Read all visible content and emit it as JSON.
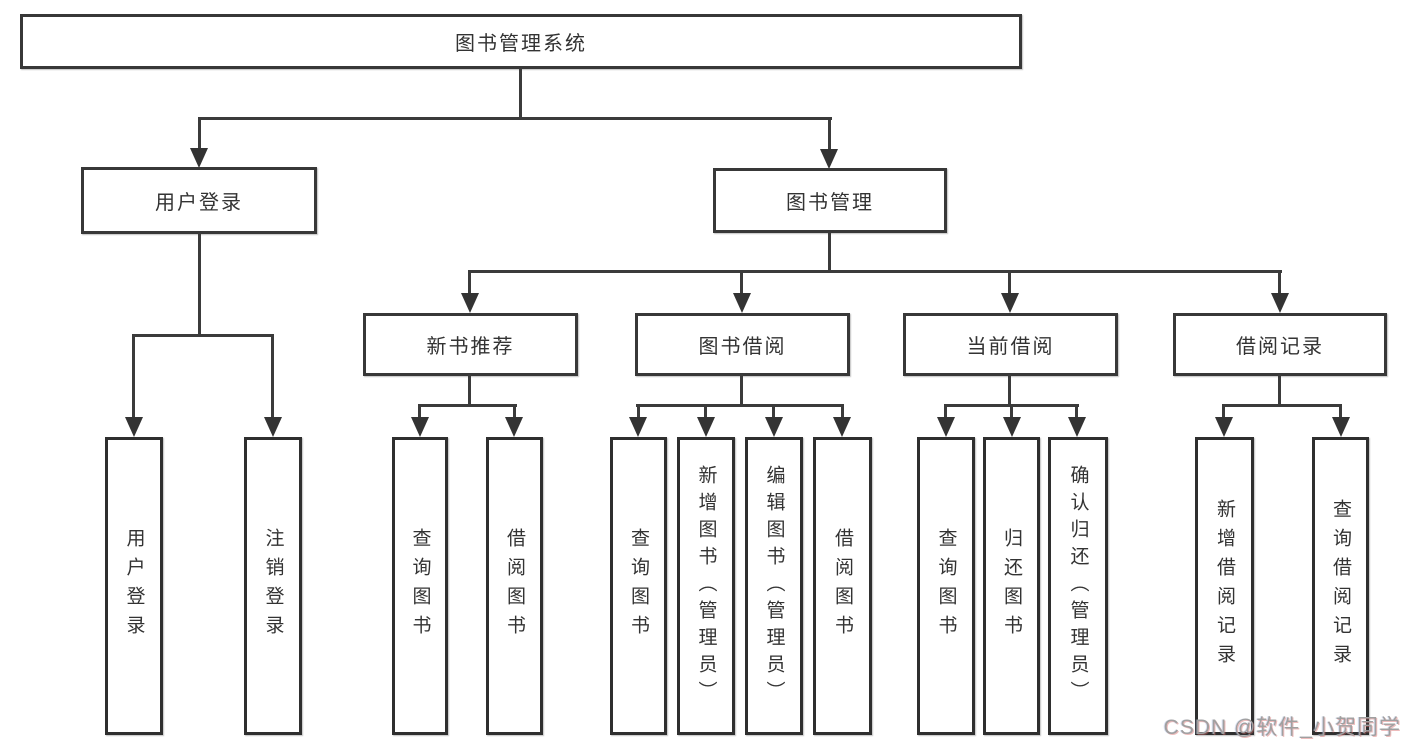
{
  "nodes": {
    "root": "图书管理系统",
    "login": {
      "label": "用户登录",
      "children": [
        "用户登录",
        "注销登录"
      ]
    },
    "manage": {
      "label": "图书管理"
    },
    "branches": [
      {
        "label": "新书推荐",
        "children": [
          "查询图书",
          "借阅图书"
        ]
      },
      {
        "label": "图书借阅",
        "children": [
          "查询图书",
          "新增图书（管理员）",
          "编辑图书（管理员）",
          "借阅图书"
        ]
      },
      {
        "label": "当前借阅",
        "children": [
          "查询图书",
          "归还图书",
          "确认归还（管理员）"
        ]
      },
      {
        "label": "借阅记录",
        "children": [
          "新增借阅记录",
          "查询借阅记录"
        ]
      }
    ]
  },
  "watermark": "CSDN @软件_小贺同学",
  "colors": {
    "line": "#3b3b3b",
    "box_border": "#383838",
    "text": "#333333",
    "watermark": "#a0a0a0",
    "background": "#ffffff"
  }
}
